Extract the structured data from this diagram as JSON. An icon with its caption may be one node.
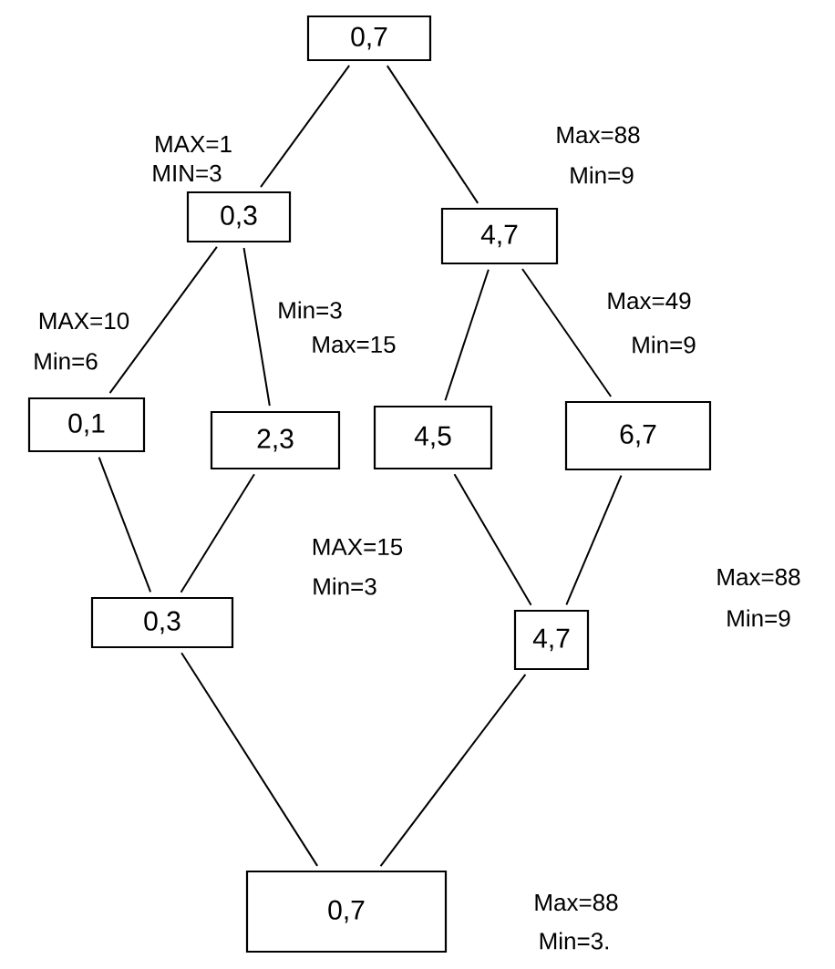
{
  "diagram": {
    "nodes": [
      {
        "text": [
          "0,7"
        ]
      },
      {
        "text": [
          "0,3"
        ]
      },
      {
        "text": [
          "4,7"
        ]
      },
      {
        "text": [
          "0,1"
        ]
      },
      {
        "text": [
          "2,3"
        ]
      },
      {
        "text": [
          "4,5"
        ]
      },
      {
        "text": [
          "6,7"
        ]
      },
      {
        "text": [
          "0,3"
        ]
      },
      {
        "text": [
          "4,7"
        ]
      },
      {
        "text": [
          "0,7"
        ]
      }
    ],
    "edges": [
      {
        "from": 0,
        "to": 1,
        "arrow": "none"
      },
      {
        "from": 0,
        "to": 2,
        "arrow": "none"
      },
      {
        "from": 1,
        "to": 3,
        "arrow": "none"
      },
      {
        "from": 1,
        "to": 4,
        "arrow": "none"
      },
      {
        "from": 2,
        "to": 5,
        "arrow": "none"
      },
      {
        "from": 2,
        "to": 6,
        "arrow": "none"
      },
      {
        "from": 3,
        "to": 7,
        "arrow": "none"
      },
      {
        "from": 4,
        "to": 7,
        "arrow": "none"
      },
      {
        "from": 5,
        "to": 8,
        "arrow": "none"
      },
      {
        "from": 6,
        "to": 8,
        "arrow": "none"
      },
      {
        "from": 7,
        "to": 9,
        "arrow": "none"
      },
      {
        "from": 8,
        "to": 9,
        "arrow": "none"
      }
    ],
    "labels": [
      "Max=88",
      "Min=9",
      "MAX=1",
      "MIN=3",
      "MAX=10",
      "Min=6",
      "Min=3",
      "Max=15",
      "Max=49",
      "Min=9",
      "MAX=15",
      "Min=3",
      "Max=88",
      "Min=9",
      "Max=88",
      "Min=3."
    ]
  }
}
